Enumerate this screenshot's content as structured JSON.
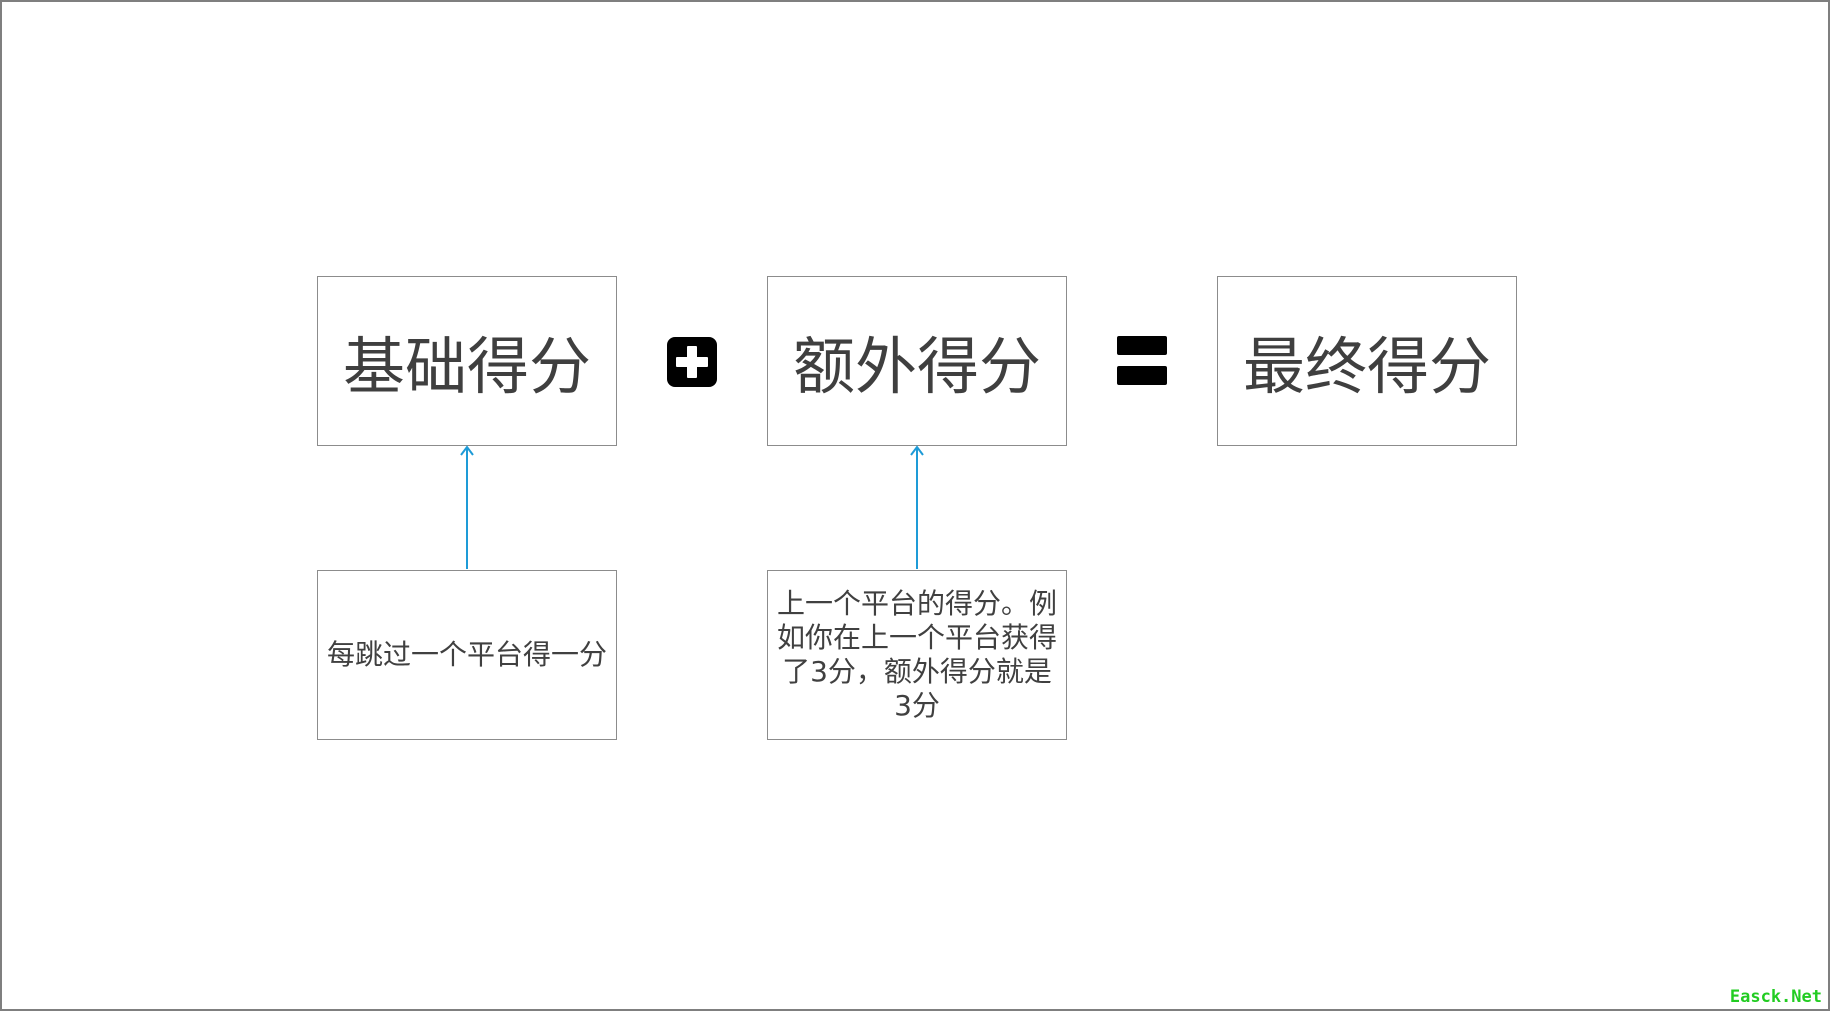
{
  "boxes": {
    "base_score": "基础得分",
    "extra_score": "额外得分",
    "final_score": "最终得分"
  },
  "notes": {
    "base_note": "每跳过一个平台得一分",
    "extra_note": "上一个平台的得分。例如你在上一个平台获得了3分，额外得分就是3分"
  },
  "operators": {
    "plus": "plus-icon",
    "equals": "equals-icon"
  },
  "colors": {
    "arrow": "#1e9bd7",
    "box_border": "#8c8c8c",
    "text": "#404040",
    "operator": "#000000",
    "watermark": "#22cc22"
  },
  "watermark": "Easck.Net"
}
